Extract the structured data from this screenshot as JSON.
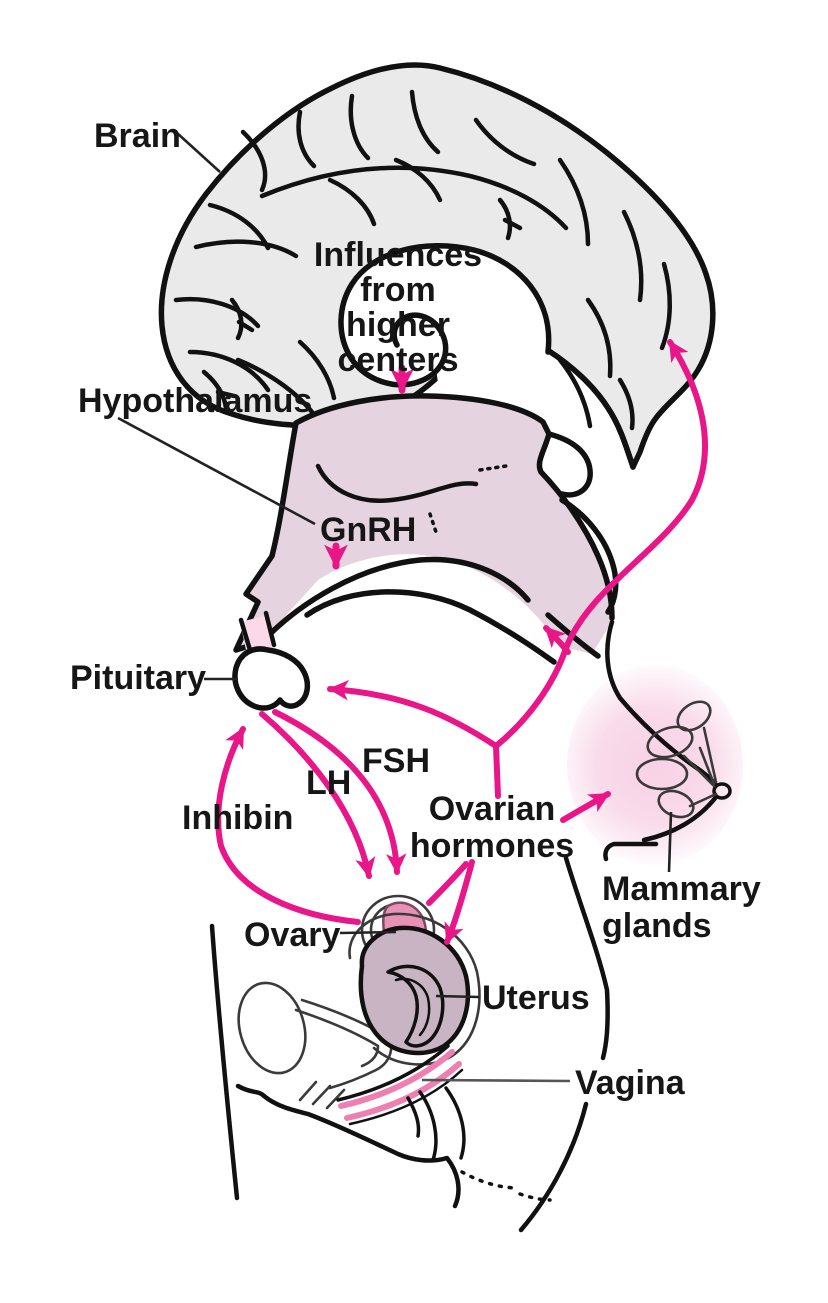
{
  "figure_type": "anatomical-diagram",
  "title_meaning": "Hormonal feedback loops of the female reproductive axis",
  "labels": {
    "brain": "Brain",
    "influences_lines": [
      "Influences",
      "from",
      "higher",
      "centers"
    ],
    "hypothalamus": "Hypothalamus",
    "gnrh": "GnRH",
    "pituitary": "Pituitary",
    "lh": "LH",
    "fsh": "FSH",
    "inhibin": "Inhibin",
    "ovarian_lines": [
      "Ovarian",
      "hormones"
    ],
    "mammary_lines": [
      "Mammary",
      "glands"
    ],
    "ovary": "Ovary",
    "uterus": "Uterus",
    "vagina": "Vagina"
  },
  "arrows": [
    {
      "name": "influences-arrow",
      "from": "higher centers",
      "to": "hypothalamus"
    },
    {
      "name": "gnrh-arrow",
      "from": "hypothalamus",
      "to": "pituitary region"
    },
    {
      "name": "lh-arrow",
      "from": "pituitary",
      "to": "ovary"
    },
    {
      "name": "fsh-arrow",
      "from": "pituitary",
      "to": "ovary"
    },
    {
      "name": "inhibin-arrow",
      "from": "ovary",
      "to": "pituitary"
    },
    {
      "name": "ovarian-hormones-to-pituitary-arrow",
      "from": "ovarian hormones",
      "to": "pituitary"
    },
    {
      "name": "ovarian-hormones-to-hypothalamus-arrow",
      "from": "ovarian hormones",
      "to": "hypothalamus"
    },
    {
      "name": "ovarian-hormones-to-brain-arrow",
      "from": "ovarian hormones",
      "to": "brain"
    },
    {
      "name": "ovarian-hormones-to-mammary-arrow",
      "from": "ovarian hormones",
      "to": "mammary glands"
    },
    {
      "name": "ovarian-hormones-to-uterus-arrow",
      "from": "ovarian hormones",
      "to": "uterus"
    }
  ],
  "colors": {
    "arrow_accent": "#e81688",
    "line_color": "#111111",
    "brain_fill": "#eaeaea",
    "hypothalamus_fill": "#e5d4df",
    "pituitary_fill": "#f8c3d9",
    "ovary_fill": "#e791b7",
    "uterus_fill": "#c8b4c2",
    "vagina_stripe": "#ee7fb0",
    "breast_tint": "#f7cfe3"
  }
}
